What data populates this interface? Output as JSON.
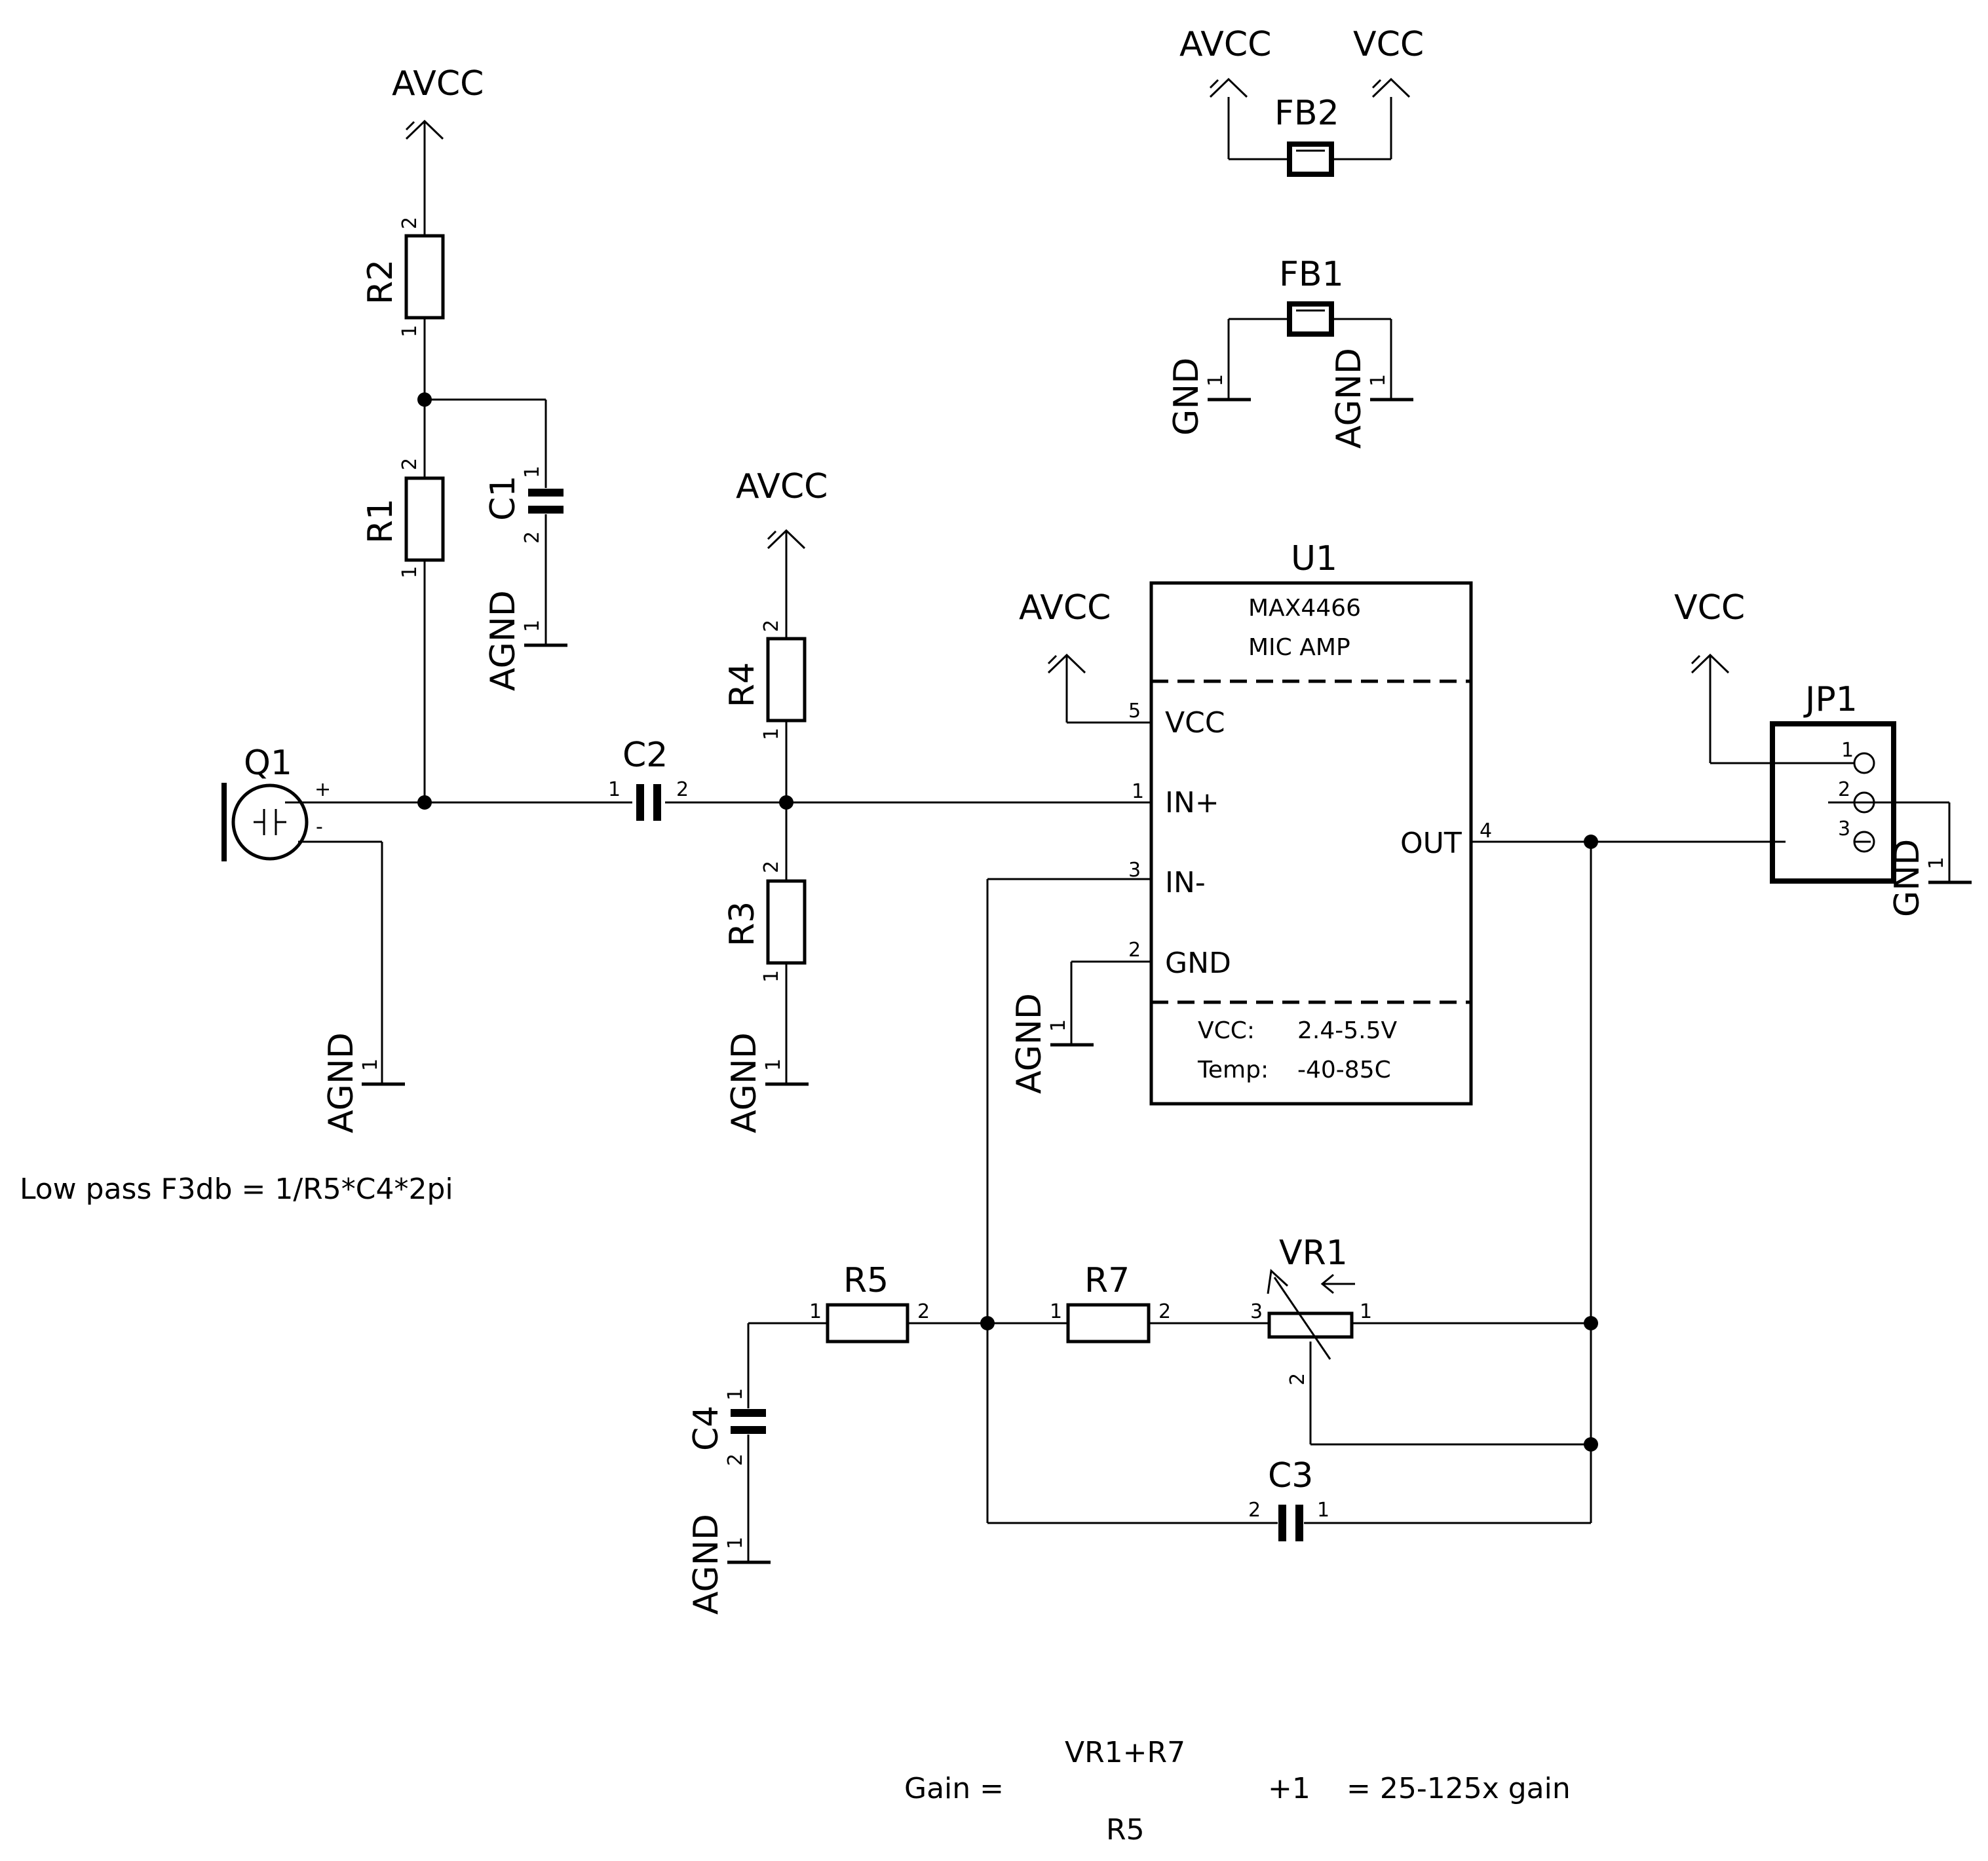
{
  "power": {
    "avcc": "AVCC",
    "vcc": "VCC",
    "gnd": "GND",
    "agnd": "AGND"
  },
  "refs": {
    "r1": "R1",
    "r2": "R2",
    "r3": "R3",
    "r4": "R4",
    "r5": "R5",
    "r7": "R7",
    "c1": "C1",
    "c2": "C2",
    "c3": "C3",
    "c4": "C4",
    "q1": "Q1",
    "vr1": "VR1",
    "u1": "U1",
    "jp1": "JP1",
    "fb1": "FB1",
    "fb2": "FB2"
  },
  "pins": {
    "p1": "1",
    "p2": "2",
    "p3": "3",
    "p4": "4",
    "p5": "5",
    "plus": "+",
    "minus": "-"
  },
  "u1": {
    "part": "MAX4466",
    "desc": "MIC  AMP",
    "pin_vcc": "VCC",
    "pin_inp": "IN+",
    "pin_inm": "IN-",
    "pin_gnd": "GND",
    "pin_out": "OUT",
    "spec_vcc_label": "VCC:",
    "spec_vcc_value": "2.4-5.5V",
    "spec_temp_label": "Temp:",
    "spec_temp_value": "-40-85C"
  },
  "notes": {
    "lowpass": "Low pass F3db = 1/R5*C4*2pi",
    "gain_label": "Gain =",
    "gain_num": "VR1+R7",
    "gain_den": "R5",
    "gain_plus": "+1",
    "gain_result": "=  25-125x  gain"
  }
}
